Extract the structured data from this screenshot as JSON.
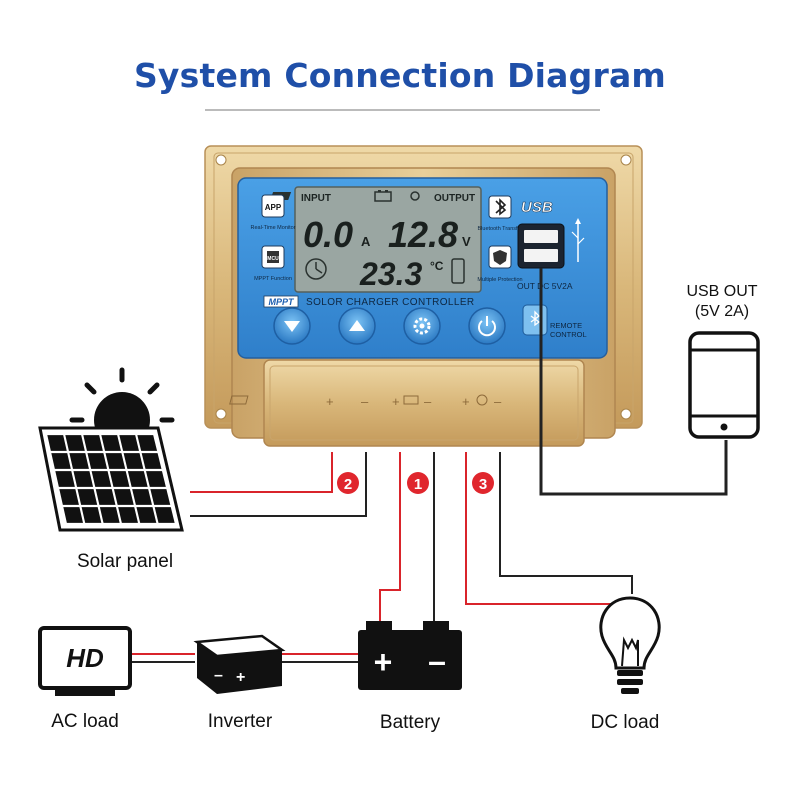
{
  "title": "System Connection Diagram",
  "controller": {
    "lcd": {
      "input_label": "INPUT",
      "output_label": "OUTPUT",
      "current_value": "0.0",
      "current_unit": "A",
      "voltage_value": "12.8",
      "voltage_unit": "V",
      "temp_value": "23.3",
      "temp_unit": "°C"
    },
    "mppt_badge": "MPPT",
    "name": "SOLOR CHARGER CONTROLLER",
    "left_icons": [
      {
        "icon": "APP",
        "label": "Real-Time Monitor"
      },
      {
        "icon": "MCU",
        "label": "MPPT Function"
      }
    ],
    "right_icons": [
      {
        "label": "Bluetooth Transfer"
      },
      {
        "label": "Multiple Protection"
      }
    ],
    "usb_label": "USB",
    "usb_rating": "OUT DC 5V2A",
    "remote_label_1": "REMOTE",
    "remote_label_2": "CONTROL",
    "buttons": [
      "down",
      "up",
      "settings",
      "power"
    ]
  },
  "usb_out": {
    "line1": "USB OUT",
    "line2": "(5V 2A)"
  },
  "markers": [
    "2",
    "1",
    "3"
  ],
  "labels": {
    "solar": "Solar panel",
    "ac": "AC load",
    "inverter": "Inverter",
    "battery": "Battery",
    "dc": "DC load"
  },
  "hd_text": "HD",
  "colors": {
    "title": "#1f4fa8",
    "gold": "#d9b77a",
    "panel_blue": "#3b8fd6",
    "red_wire": "#d9242b",
    "black_wire": "#222222"
  }
}
